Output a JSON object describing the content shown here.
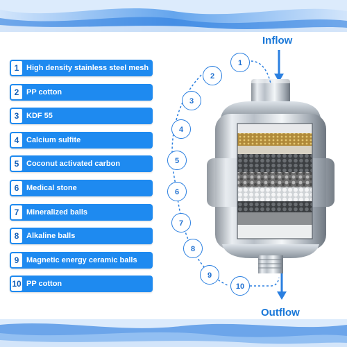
{
  "flow": {
    "inflow": "Inflow",
    "outflow": "Outflow"
  },
  "layers": [
    {
      "number": "1",
      "label": "High density stainless steel mesh"
    },
    {
      "number": "2",
      "label": "PP cotton"
    },
    {
      "number": "3",
      "label": "KDF 55"
    },
    {
      "number": "4",
      "label": "Calcium sulfite"
    },
    {
      "number": "5",
      "label": "Coconut activated carbon"
    },
    {
      "number": "6",
      "label": "Medical stone"
    },
    {
      "number": "7",
      "label": "Mineralized balls"
    },
    {
      "number": "8",
      "label": "Alkaline balls"
    },
    {
      "number": "9",
      "label": "Magnetic energy ceramic balls"
    },
    {
      "number": "10",
      "label": "PP cotton"
    }
  ],
  "colors": {
    "accent": "#1e8af0",
    "flow_text": "#1877d8"
  }
}
